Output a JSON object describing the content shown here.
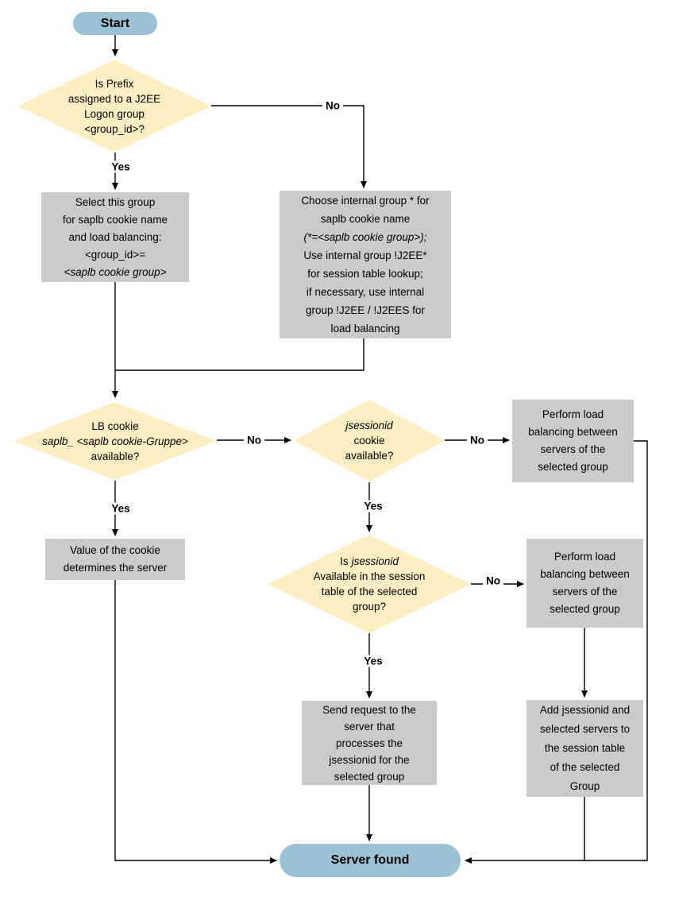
{
  "colors": {
    "terminal_fill": "#9bc2d4",
    "decision_fill": "#fdeec3",
    "process_fill": "#cbcbcb",
    "line_color": "#000000"
  },
  "nodes": {
    "start": {
      "label": "Start"
    },
    "decision_prefix": {
      "lines": [
        "Is Prefix",
        "assigned to a J2EE",
        "Logon group",
        "<group_id>?"
      ]
    },
    "process_select_group": {
      "lines": [
        "Select this group",
        "for saplb cookie name",
        "and load balancing:",
        "<group_id>=",
        "<saplb cookie group>"
      ]
    },
    "process_choose_internal": {
      "lines": [
        "Choose internal group * for",
        "saplb cookie name",
        "(*=<saplb cookie group>);",
        "Use internal group !J2EE*",
        "for session table lookup;",
        "if necessary, use internal",
        "group !J2EE / !J2EES for",
        "load balancing"
      ]
    },
    "decision_lb_cookie": {
      "lines": [
        "LB cookie",
        "saplb_ <saplb cookie-Gruppe>",
        "available?"
      ]
    },
    "decision_jsessionid_cookie": {
      "lines": [
        "jsessionid",
        "cookie",
        "available?"
      ]
    },
    "process_load_balance_1": {
      "lines": [
        "Perform load",
        "balancing between",
        "servers of the",
        "selected group"
      ]
    },
    "process_cookie_value": {
      "lines": [
        "Value of the cookie",
        "determines the server"
      ]
    },
    "decision_session_table": {
      "line1_prefix": "Is",
      "line1_italic": "jsessionid",
      "lines": [
        "Available in the session",
        "table of the selected",
        "group?"
      ]
    },
    "process_load_balance_2": {
      "lines": [
        "Perform load",
        "balancing between",
        "servers of the",
        "selected group"
      ]
    },
    "process_send_request": {
      "lines": [
        "Send request to the",
        "server that",
        "processes the",
        "jsessionid for the",
        "selected group"
      ]
    },
    "process_add_jsessionid": {
      "lines": [
        "Add jsessionid and",
        "selected servers to",
        "the session table",
        "of the selected",
        "Group"
      ]
    },
    "end": {
      "label": "Server found"
    }
  },
  "edge_labels": {
    "no_prefix": "No",
    "yes_prefix": "Yes",
    "no_lb_cookie": "No",
    "yes_lb_cookie": "Yes",
    "no_jsessionid_cookie": "No",
    "yes_jsessionid_cookie": "Yes",
    "no_session_table": "No",
    "yes_session_table": "Yes"
  }
}
